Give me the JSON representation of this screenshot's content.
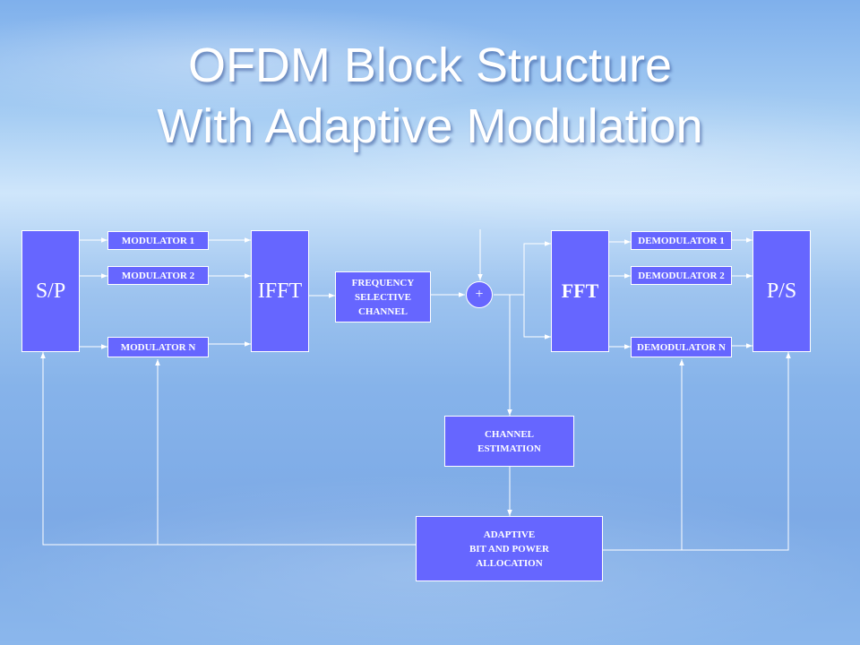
{
  "slide": {
    "title_line1": "OFDM Block Structure",
    "title_line2": "With Adaptive Modulation"
  },
  "blocks": {
    "sp": "S/P",
    "ifft": "IFFT",
    "fft": "FFT",
    "ps": "P/S",
    "modulators": [
      "MODULATOR  1",
      "MODULATOR  2",
      "MODULATOR  N"
    ],
    "demodulators": [
      "DEMODULATOR 1",
      "DEMODULATOR 2",
      "DEMODULATOR N"
    ],
    "channel": "FREQUENCY\nSELECTIVE\nCHANNEL",
    "adder": "+",
    "channel_estimation": "CHANNEL\nESTIMATION",
    "allocation": "ADAPTIVE\nBIT AND POWER\n ALLOCATION"
  },
  "colors": {
    "block_fill": "#6666ff",
    "line": "#ffffff",
    "title": "#ffffff"
  }
}
